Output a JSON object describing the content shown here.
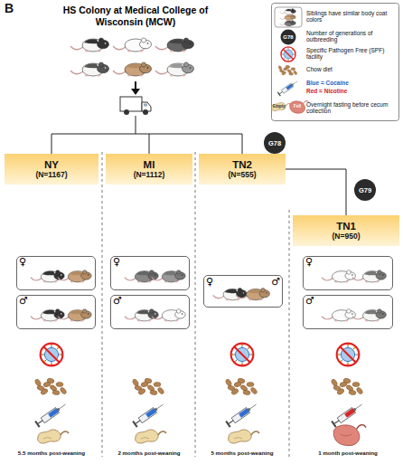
{
  "diagram": {
    "title": "HS Colony at Medical College of Wisconsin (MCW)",
    "nodes": [
      {
        "text": [
          "NY",
          "(N=1167)"
        ]
      },
      {
        "text": [
          "MI",
          "(N=1112)"
        ]
      },
      {
        "text": [
          "TN2",
          "(N=555)"
        ]
      },
      {
        "text": [
          "TN1",
          "(N=950)"
        ]
      },
      {
        "text": [
          "G78"
        ]
      },
      {
        "text": [
          "G79"
        ]
      },
      {
        "text": [
          "♀"
        ]
      },
      {
        "text": [
          "♂"
        ]
      },
      {
        "text": [
          "♀"
        ]
      },
      {
        "text": [
          "♂"
        ]
      },
      {
        "text": [
          "♀",
          "♂"
        ]
      },
      {
        "text": [
          "♀"
        ]
      },
      {
        "text": [
          "♂"
        ]
      }
    ],
    "edges": [
      {
        "from": 2,
        "to": 3,
        "arrow": "none"
      }
    ],
    "labels": [
      "B",
      "G78",
      "Empty",
      "Full",
      "5.5 months post-weaning",
      "2 months post-weaning",
      "5 months post-weaning",
      "1 month post-weaning"
    ],
    "legend": [
      {
        "text": "Siblings have similar body coat colors"
      },
      {
        "text": "Number of generations of outbreeding"
      },
      {
        "text": "Specific Pathogen Free (SPF) facility"
      },
      {
        "text": "Chow diet"
      },
      {
        "text": "Blue = Cocaine"
      },
      {
        "text": "Red = Nicotine"
      },
      {
        "text": "Overnight fasting before cecum collection"
      }
    ]
  }
}
